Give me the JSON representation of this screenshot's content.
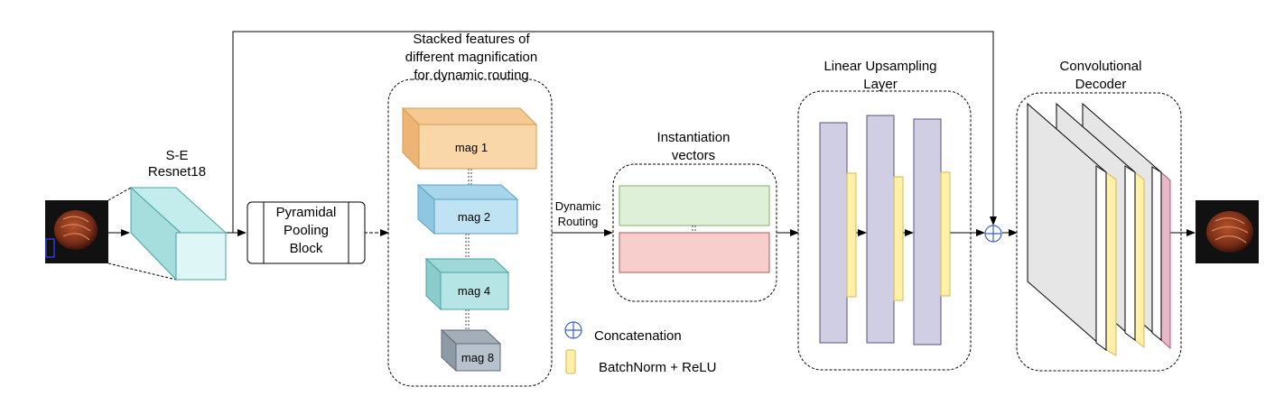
{
  "labels": {
    "se_resnet": [
      "S-E",
      "Resnet18"
    ],
    "pyramidal": [
      "Pyramidal",
      "Pooling",
      "Block"
    ],
    "stacked": [
      "Stacked features of",
      "different magnification",
      "for dynamic routing"
    ],
    "mags": [
      "mag 1",
      "mag 2",
      "mag 4",
      "mag 8"
    ],
    "dynamic_routing": [
      "Dynamic",
      "Routing"
    ],
    "instantiation": [
      "Instantiation",
      "vectors"
    ],
    "upsampling": [
      "Linear Upsampling",
      "Layer"
    ],
    "decoder": [
      "Convolutional",
      "Decoder"
    ]
  },
  "legend": {
    "concat": "Concatenation",
    "batchnorm": "BatchNorm + ReLU"
  },
  "colors": {
    "mag1": "#fad7a8",
    "mag2": "#bfe3f2",
    "mag4": "#b7e4e4",
    "mag8": "#b8c2cc",
    "resnet": "#c3ecec",
    "inst_top": "#dff0d8",
    "inst_bottom": "#f8cecc",
    "upsample_bar": "#d0cee2",
    "batchnorm": "#fff2a8",
    "decoder_sheet": "#e6e6e6",
    "decoder_last": "#e6b8c8"
  },
  "icons": [
    "image-icon",
    "concat-icon",
    "batchnorm-icon"
  ]
}
